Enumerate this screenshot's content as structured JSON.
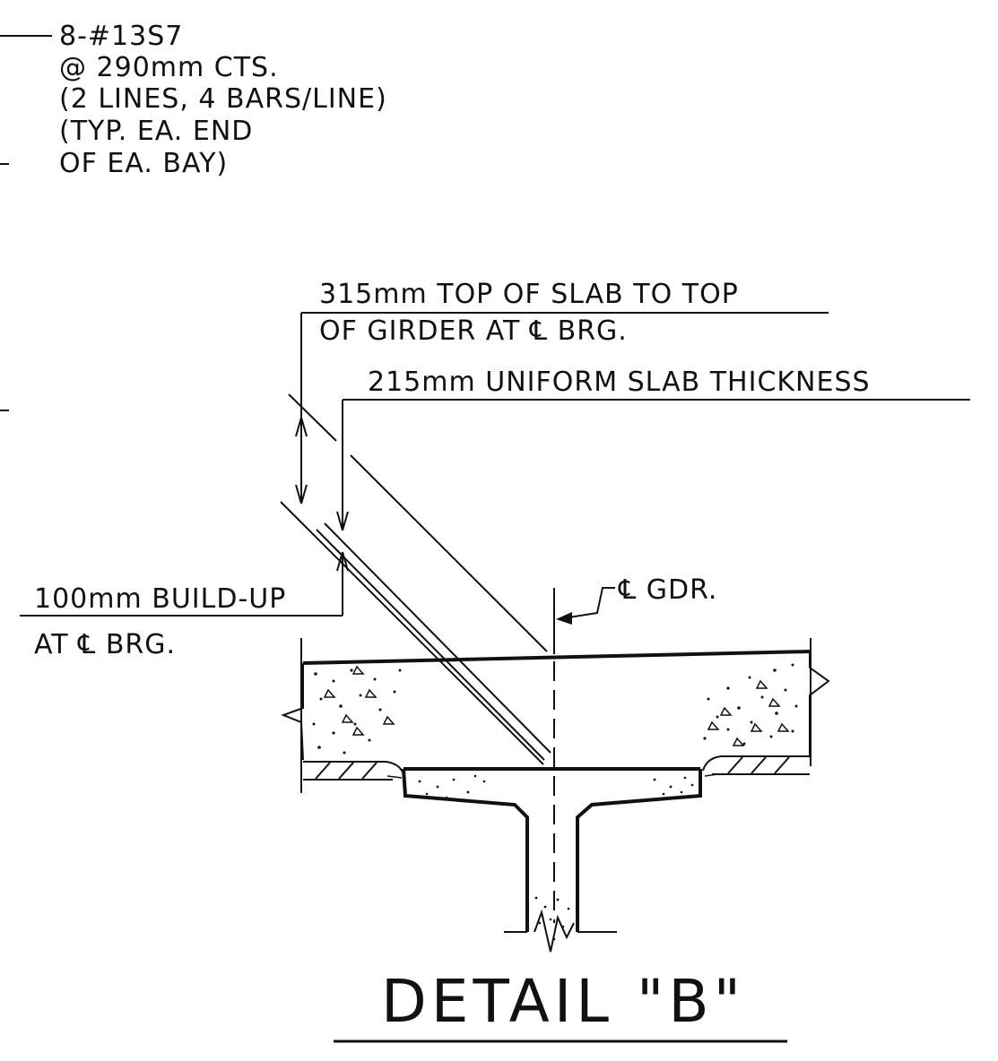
{
  "rebar_note": {
    "line1": "8-#13S7",
    "line2": "@ 290mm CTS.",
    "line3": "(2 LINES, 4 BARS/LINE)",
    "line4": "(TYP. EA. END",
    "line5": "OF EA. BAY)"
  },
  "dim_315": {
    "line1": "315mm  TOP  OF  SLAB  TO  TOP",
    "line2": "OF  GIRDER  AT  ℄  BRG."
  },
  "dim_215": {
    "line1": "215mm  UNIFORM  SLAB  THICKNESS"
  },
  "dim_100": {
    "line1": "100mm  BUILD-UP",
    "line2": "AT  ℄  BRG."
  },
  "centerline": {
    "label": "℄  GDR."
  },
  "detail_title": "DETAIL  \"B\""
}
